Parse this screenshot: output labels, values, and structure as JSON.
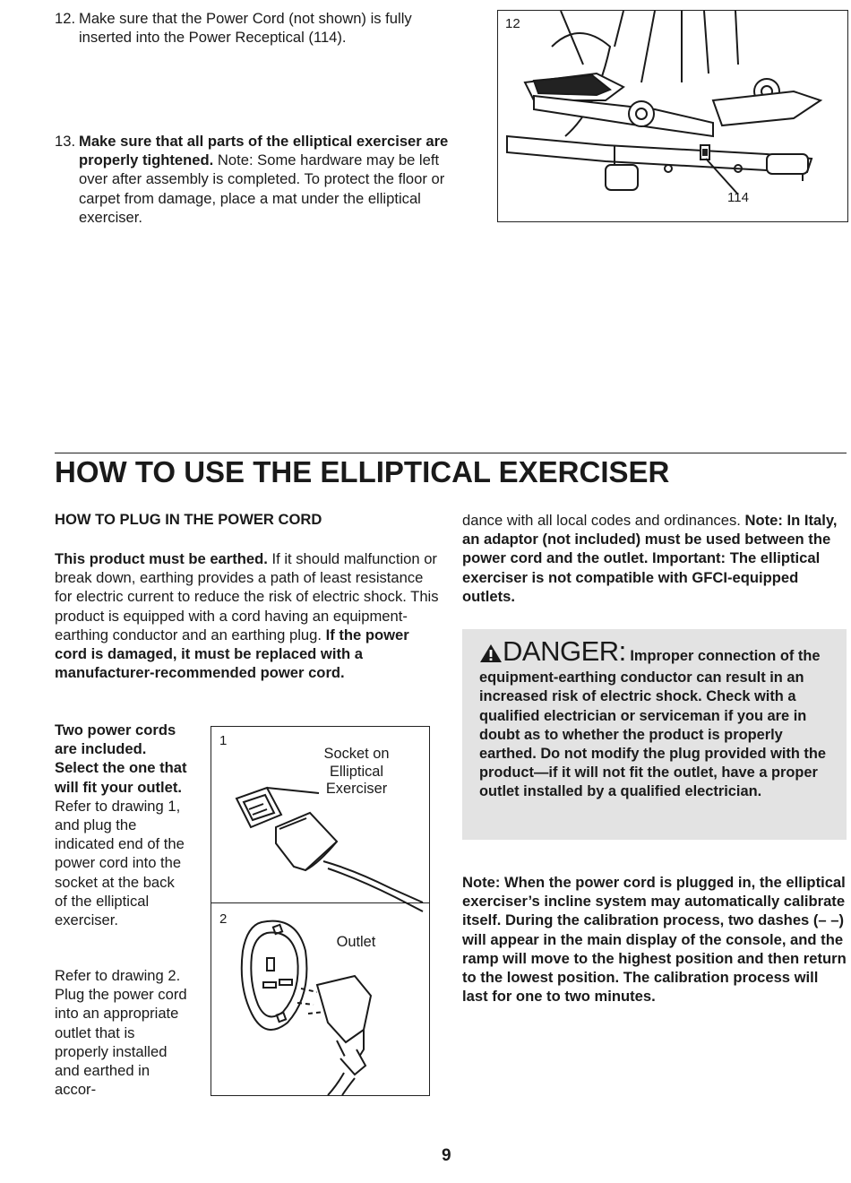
{
  "step12": {
    "num": "12.",
    "text": "Make sure that the Power Cord (not shown) is fully inserted into the Power Receptical (114)."
  },
  "step13": {
    "num": "13.",
    "bold": "Make sure that all parts of the elliptical exerciser are properly tightened.",
    "rest": " Note: Some hardware may be left over after assembly is completed. To protect the floor or carpet from damage, place a mat under the elliptical exerciser."
  },
  "figure12": {
    "label": "12",
    "part_label": "114"
  },
  "section_title": "HOW TO USE THE ELLIPTICAL EXERCISER",
  "subheading": "HOW TO PLUG IN THE POWER CORD",
  "para1": {
    "bold1": "This product must be earthed.",
    "text": " If it should malfunction or break down, earthing provides a path of least resistance for electric current to reduce the risk of electric shock. This product is equipped with a cord having an equipment-earthing conductor and an earthing plug. ",
    "bold2": "If the power cord is damaged, it must be replaced with a manufacturer-recommended power cord."
  },
  "para2": {
    "bold": "Two power cords are included. Select the one that will fit your outlet.",
    "text": " Refer to drawing 1, and plug the indicated end of the power cord into the socket at the back of the elliptical exerciser."
  },
  "para3": "Refer to drawing 2. Plug the power cord into an appropriate outlet that is properly installed and earthed in accordance with all local codes and ordinances.",
  "para3_split": {
    "left": "Refer to drawing 2. Plug the power cord into an appropriate outlet that is properly installed and earthed in accor-",
    "right": "dance with all local codes and ordinances. "
  },
  "italy_note": "Note: In Italy, an adaptor (not included) must be used between the power cord and the outlet. Important: The elliptical exerciser is not compatible with GFCI-equipped outlets.",
  "figure_cord": {
    "label1": "1",
    "label2": "2",
    "socket_line1": "Socket on",
    "socket_line2": "Elliptical",
    "socket_line3": "Exerciser",
    "outlet": "Outlet"
  },
  "danger": {
    "word": "DANGER:",
    "text": "Improper connection of the equipment-earthing conductor can result in an increased risk of electric shock. Check with a qualified electrician or serviceman if you are in doubt as to whether the product is properly earthed. Do not modify the plug provided with the product—if it will not fit the outlet, have a proper outlet installed by a qualified electrician."
  },
  "calibration_note": "Note: When the power cord is plugged in, the elliptical exerciser’s incline system may automatically calibrate itself. During the calibration process, two dashes (– –) will appear in the main display of the console, and the ramp will move to the highest position and then return to the lowest position. The calibration process will last for one to two minutes.",
  "page_number": "9"
}
